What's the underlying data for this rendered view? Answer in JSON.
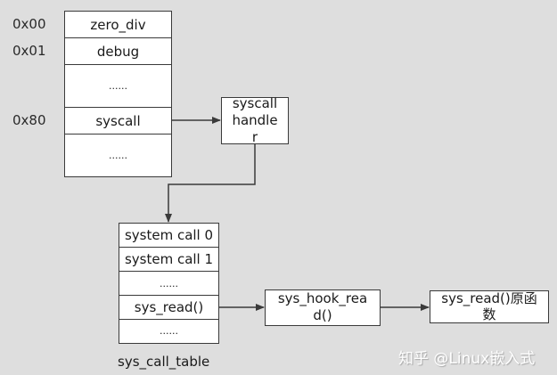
{
  "idt": {
    "addresses": [
      {
        "label": "0x00"
      },
      {
        "label": "0x01"
      },
      {
        "label": "0x80"
      }
    ],
    "rows": [
      {
        "label": "zero_div"
      },
      {
        "label": "debug"
      },
      {
        "label": "......"
      },
      {
        "label": "syscall"
      },
      {
        "label": "......"
      }
    ]
  },
  "handler": {
    "lines": [
      "syscall",
      "handle",
      "r"
    ]
  },
  "sys_call_table": {
    "caption": "sys_call_table",
    "rows": [
      {
        "label": "system call 0"
      },
      {
        "label": "system call 1"
      },
      {
        "label": "......"
      },
      {
        "label": "sys_read()"
      },
      {
        "label": "......"
      }
    ]
  },
  "hook": {
    "lines": [
      "sys_hook_rea",
      "d()"
    ]
  },
  "original": {
    "lines": [
      "sys_read()原函",
      "数"
    ]
  },
  "watermark": "知乎 @Linux嵌入式",
  "colors": {
    "background": "#dedede",
    "box_fill": "#ffffff",
    "line": "#3a3a3a"
  }
}
